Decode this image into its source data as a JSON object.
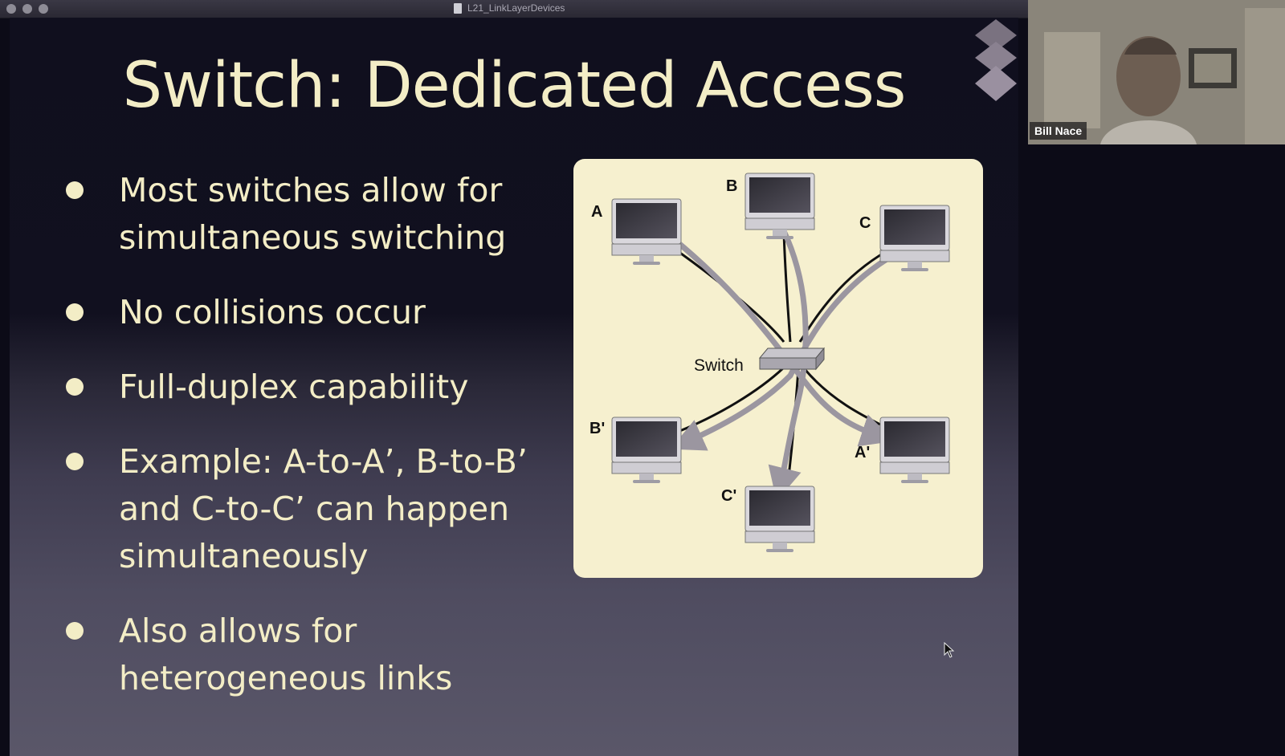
{
  "window": {
    "title": "L21_LinkLayerDevices"
  },
  "slide": {
    "title": "Switch: Dedicated Access",
    "bullets": [
      "Most switches allow for\nsimultaneous switching",
      "No collisions occur",
      "Full-duplex capability",
      "Example: A-to-A’, B-to-B’\nand C-to-C’ can happen\nsimultaneously",
      "Also allows for\nheterogeneous links"
    ],
    "diagram": {
      "switch_label": "Switch",
      "nodes": [
        "A",
        "B",
        "C",
        "B'",
        "C'",
        "A'"
      ]
    }
  },
  "participant": {
    "name": "Bill Nace"
  },
  "colors": {
    "text": "#f3edc6",
    "diagram_bg": "#f6f0cf",
    "arrow": "#9b96a0"
  }
}
